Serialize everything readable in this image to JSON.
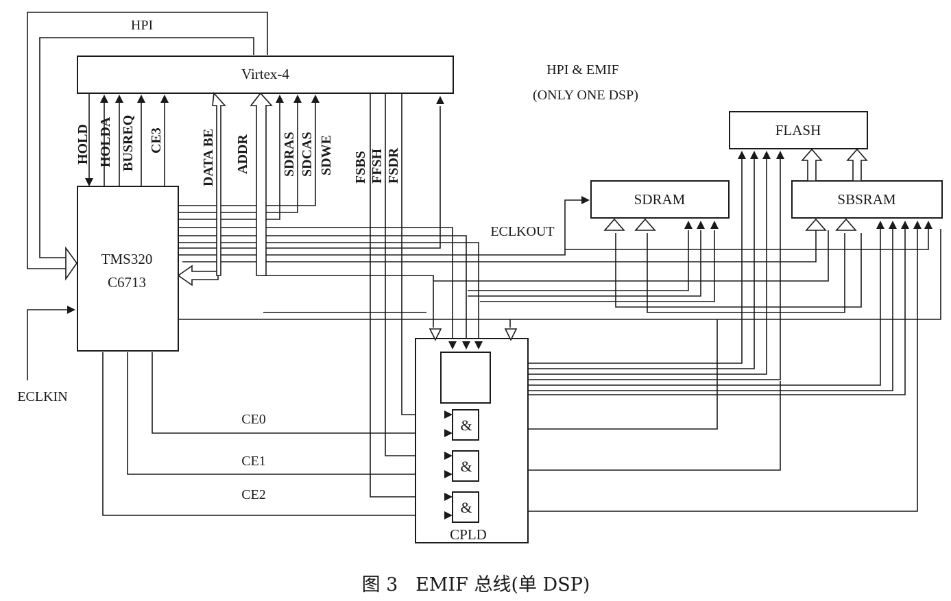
{
  "blocks": {
    "virtex": "Virtex-4",
    "dsp_line1": "TMS320",
    "dsp_line2": "C6713",
    "flash": "FLASH",
    "sdram": "SDRAM",
    "sbsram": "SBSRAM",
    "cpld": "CPLD",
    "and_gate": "&"
  },
  "notes": {
    "hpi": "HPI",
    "title_line1": "HPI & EMIF",
    "title_line2": "(ONLY ONE DSP)",
    "eclkout": "ECLKOUT",
    "eclkin": "ECLKIN"
  },
  "signals": {
    "hold": "HOLD",
    "holda": "HOLDA",
    "busreq": "BUSREQ",
    "ce3": "CE3",
    "data_be": "DATA BE",
    "addr": "ADDR",
    "sdras": "SDRAS",
    "sdcas": "SDCAS",
    "sdwe": "SDWE",
    "fsbs": "FSBS",
    "ffsh": "FFSH",
    "fsdr": "FSDR",
    "ce0": "CE0",
    "ce1": "CE1",
    "ce2": "CE2"
  },
  "caption": "图 3   EMIF 总线(单 DSP)"
}
